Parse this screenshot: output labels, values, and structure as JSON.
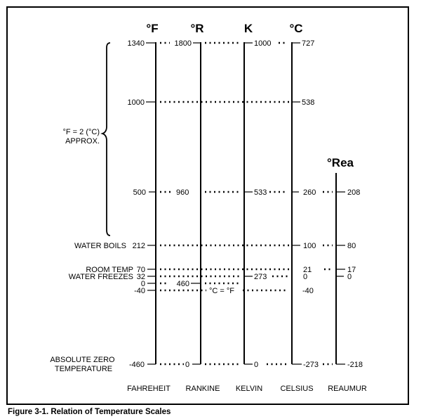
{
  "figure": {
    "caption": "Figure 3-1. Relation of Temperature Scales"
  },
  "scales": [
    {
      "id": "fahrenheit",
      "symbol": "°F",
      "name": "FAHREHEIT"
    },
    {
      "id": "rankine",
      "symbol": "°R",
      "name": "RANKINE"
    },
    {
      "id": "kelvin",
      "symbol": "K",
      "name": "KELVIN"
    },
    {
      "id": "celsius",
      "symbol": "°C",
      "name": "CELSIUS"
    },
    {
      "id": "reaumur",
      "symbol": "°Rea",
      "name": "REAUMUR"
    }
  ],
  "reference_points": [
    {
      "id": "top",
      "label": "",
      "fahrenheit": "1340",
      "rankine": "1800",
      "kelvin": "1000",
      "celsius": "727",
      "reaumur": ""
    },
    {
      "id": "f1000",
      "label": "",
      "fahrenheit": "1000",
      "rankine": "",
      "kelvin": "",
      "celsius": "538",
      "reaumur": ""
    },
    {
      "id": "f500",
      "label": "",
      "fahrenheit": "500",
      "rankine": "960",
      "kelvin": "533",
      "celsius": "260",
      "reaumur": "208"
    },
    {
      "id": "water-boils",
      "label": "WATER BOILS",
      "fahrenheit": "212",
      "rankine": "",
      "kelvin": "",
      "celsius": "100",
      "reaumur": "80"
    },
    {
      "id": "room-temp",
      "label": "ROOM TEMP",
      "fahrenheit": "70",
      "rankine": "",
      "kelvin": "",
      "celsius": "21",
      "reaumur": "17"
    },
    {
      "id": "water-freezes",
      "label": "WATER FREEZES",
      "fahrenheit": "32",
      "rankine": "",
      "kelvin": "273",
      "celsius": "0",
      "reaumur": "0"
    },
    {
      "id": "f0",
      "label": "",
      "fahrenheit": "0",
      "rankine": "460",
      "kelvin": "",
      "celsius": "",
      "reaumur": ""
    },
    {
      "id": "equal",
      "label": "",
      "fahrenheit": "-40",
      "rankine": "",
      "kelvin": "",
      "celsius": "-40",
      "reaumur": ""
    },
    {
      "id": "absolute-zero",
      "label": "ABSOLUTE ZERO TEMPERATURE",
      "fahrenheit": "-460",
      "rankine": "0",
      "kelvin": "0",
      "celsius": "-273",
      "reaumur": "-218"
    }
  ],
  "annotations": {
    "approx_line1": "°F = 2 (°C)",
    "approx_line2": "APPROX.",
    "equal_note": "°C = °F"
  },
  "colors": {
    "ink": "#000000",
    "background": "#ffffff"
  }
}
